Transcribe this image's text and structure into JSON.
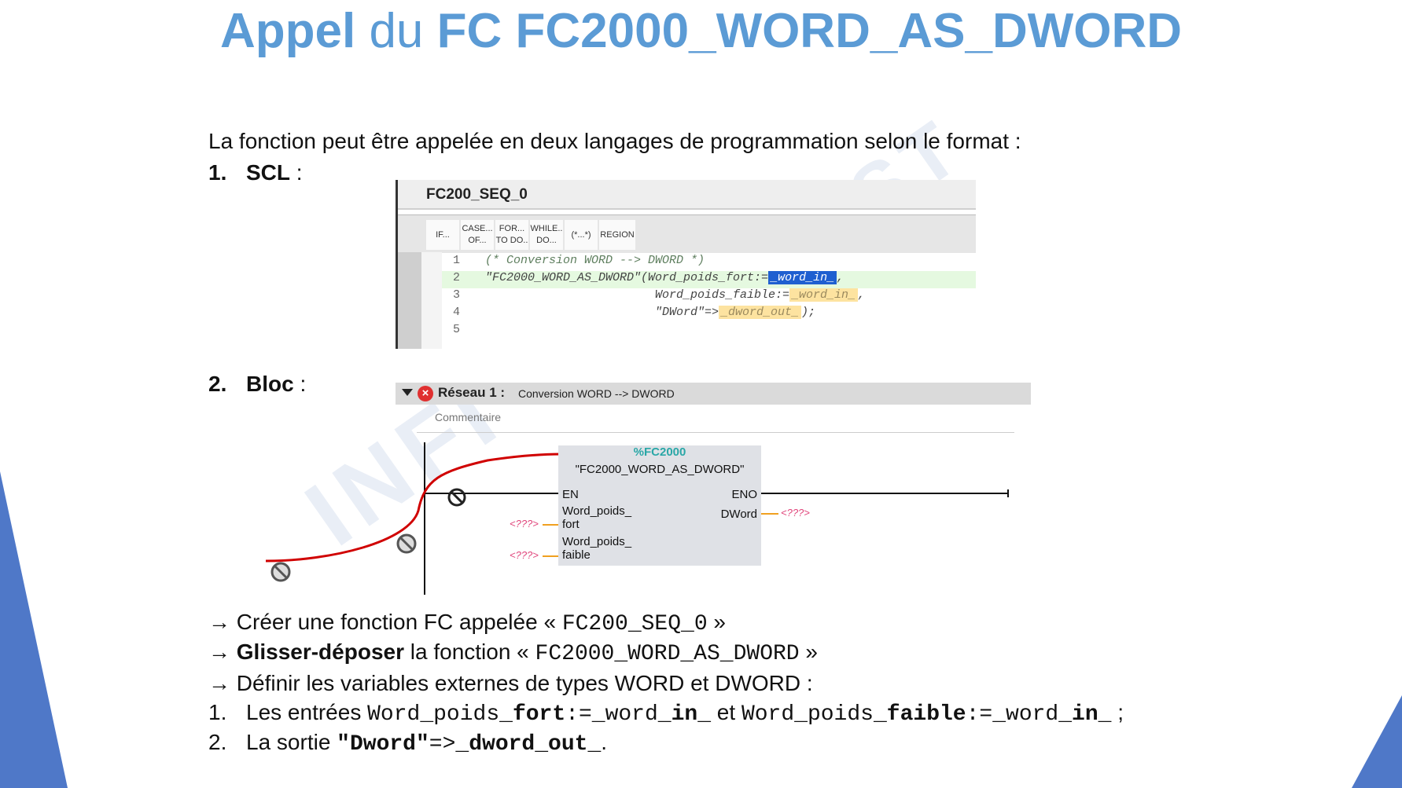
{
  "title": {
    "part1": "Appel",
    "part2": "du",
    "part3": "FC FC2000_WORD_AS_DWORD"
  },
  "intro": "La fonction peut être appelée en deux langages de programmation selon le format :",
  "items": [
    {
      "num": "1.",
      "label": "SCL",
      "colon": " :"
    },
    {
      "num": "2.",
      "label": "Bloc",
      "colon": " :"
    }
  ],
  "scl_editor": {
    "tab_title": "FC200_SEQ_0",
    "toolbar": [
      {
        "line1": "IF...",
        "line2": ""
      },
      {
        "line1": "CASE...",
        "line2": "OF..."
      },
      {
        "line1": "FOR...",
        "line2": "TO DO.."
      },
      {
        "line1": "WHILE..",
        "line2": "DO..."
      },
      {
        "line1": "(*...*)",
        "line2": ""
      },
      {
        "line1": "REGION",
        "line2": ""
      }
    ],
    "lines": [
      {
        "n": "1",
        "text": "(* Conversion WORD --> DWORD *)"
      },
      {
        "n": "2",
        "text": "\"FC2000_WORD_AS_DWORD\"(Word_poids_fort:=",
        "param": "_word_in_",
        "end": ","
      },
      {
        "n": "3",
        "text": "Word_poids_faible:=",
        "param": "_word_in_",
        "end": ","
      },
      {
        "n": "4",
        "text": "\"DWord\"=>",
        "param": "_dword_out_",
        "end": ");"
      },
      {
        "n": "5",
        "text": ""
      }
    ]
  },
  "network": {
    "title": "Réseau 1 :",
    "subtitle": "Conversion WORD --> DWORD",
    "comment": "Commentaire",
    "block": {
      "instance": "%FC2000",
      "name": "\"FC2000_WORD_AS_DWORD\"",
      "en": "EN",
      "eno": "ENO",
      "in1": [
        "Word_poids_",
        "fort"
      ],
      "in2": [
        "Word_poids_",
        "faible"
      ],
      "out": "DWord",
      "placeholder": "<???>"
    }
  },
  "bullets": {
    "b1_pre": "Créer une fonction FC appelée « ",
    "b1_code": "FC200_SEQ_0",
    "b1_post": " »",
    "b2_bold": "Glisser-déposer",
    "b2_pre": " la fonction « ",
    "b2_code": "FC2000_WORD_AS_DWORD",
    "b2_post": " »",
    "b3": "Définir les variables externes de types WORD et DWORD :",
    "s1_num": "1.",
    "s1_pre": "Les entrées ",
    "s1_a1": "Word_poids_",
    "s1_a2": "fort",
    "s1_a3": ":=_word_",
    "s1_a4": "in",
    "s1_a5": "_",
    "s1_mid": " et ",
    "s1_b1": "Word_poids_",
    "s1_b2": "faible",
    "s1_b3": ":=_word_",
    "s1_b4": "in",
    "s1_b5": "_",
    "s1_end": " ;",
    "s2_num": "2.",
    "s2_pre": "La sortie ",
    "s2_c1": "\"Dword\"",
    "s2_c2": "=>_",
    "s2_c3": "dword",
    "s2_c4": "_",
    "s2_c5": "out",
    "s2_c6": "_",
    "s2_end": "."
  },
  "colors": {
    "title": "#5b9bd5",
    "corner": "#4f78c8",
    "red_wire": "#d00000",
    "highlight": "#1f5fd0"
  }
}
